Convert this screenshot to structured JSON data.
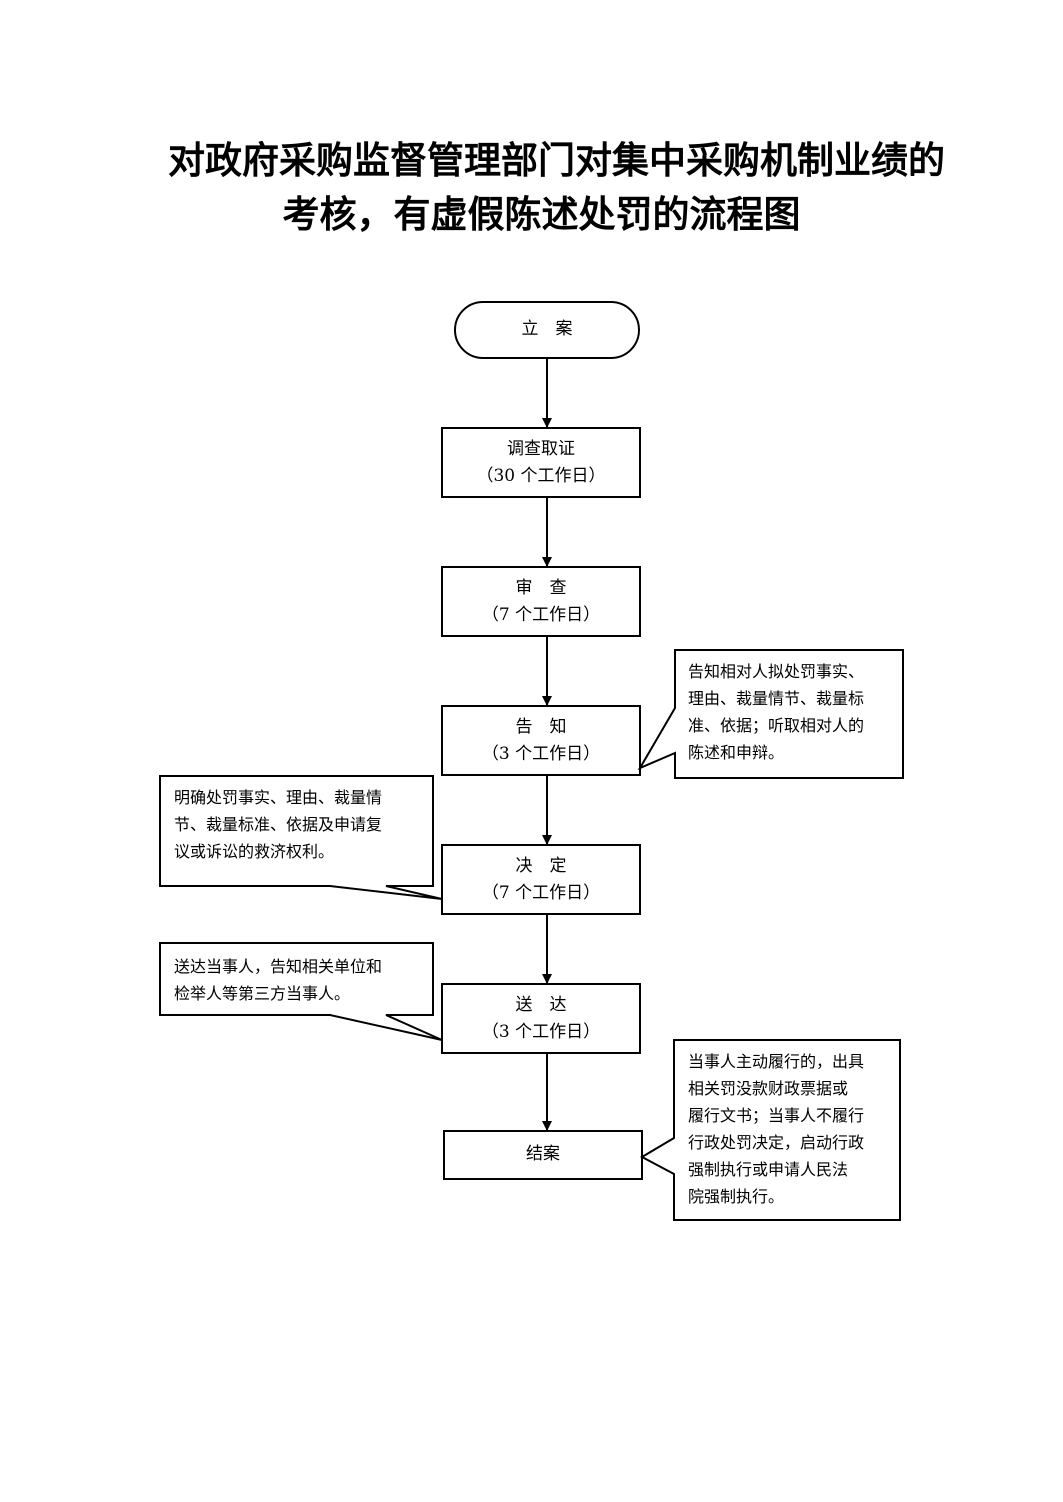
{
  "title": {
    "line1": "对政府采购监督管理部门对集中采购机制业绩的",
    "line2": "考核，有虚假陈述处罚的流程图"
  },
  "steps": {
    "start": "立　案",
    "investigate": {
      "name": "调查取证",
      "duration": "（30 个工作日）"
    },
    "review": {
      "name": "审　查",
      "duration": "（7 个工作日）"
    },
    "notify": {
      "name": "告　知",
      "duration": "（3 个工作日）"
    },
    "decide": {
      "name": "决　定",
      "duration": "（7 个工作日）"
    },
    "deliver": {
      "name": "送　达",
      "duration": "（3 个工作日）"
    },
    "close": "结案"
  },
  "notes": {
    "notify_note": [
      "告知相对人拟处罚事实、",
      "理由、裁量情节、裁量标",
      "准、依据；听取相对人的",
      "陈述和申辩。"
    ],
    "decide_note": [
      "明确处罚事实、理由、裁量情",
      "节、裁量标准、依据及申请复",
      "议或诉讼的救济权利。"
    ],
    "deliver_note": [
      "送达当事人，告知相关单位和",
      "检举人等第三方当事人。"
    ],
    "close_note": [
      "当事人主动履行的，出具",
      "相关罚没款财政票据或",
      "履行文书；当事人不履行",
      "行政处罚决定，启动行政",
      "强制执行或申请人民法",
      "院强制执行。"
    ]
  }
}
